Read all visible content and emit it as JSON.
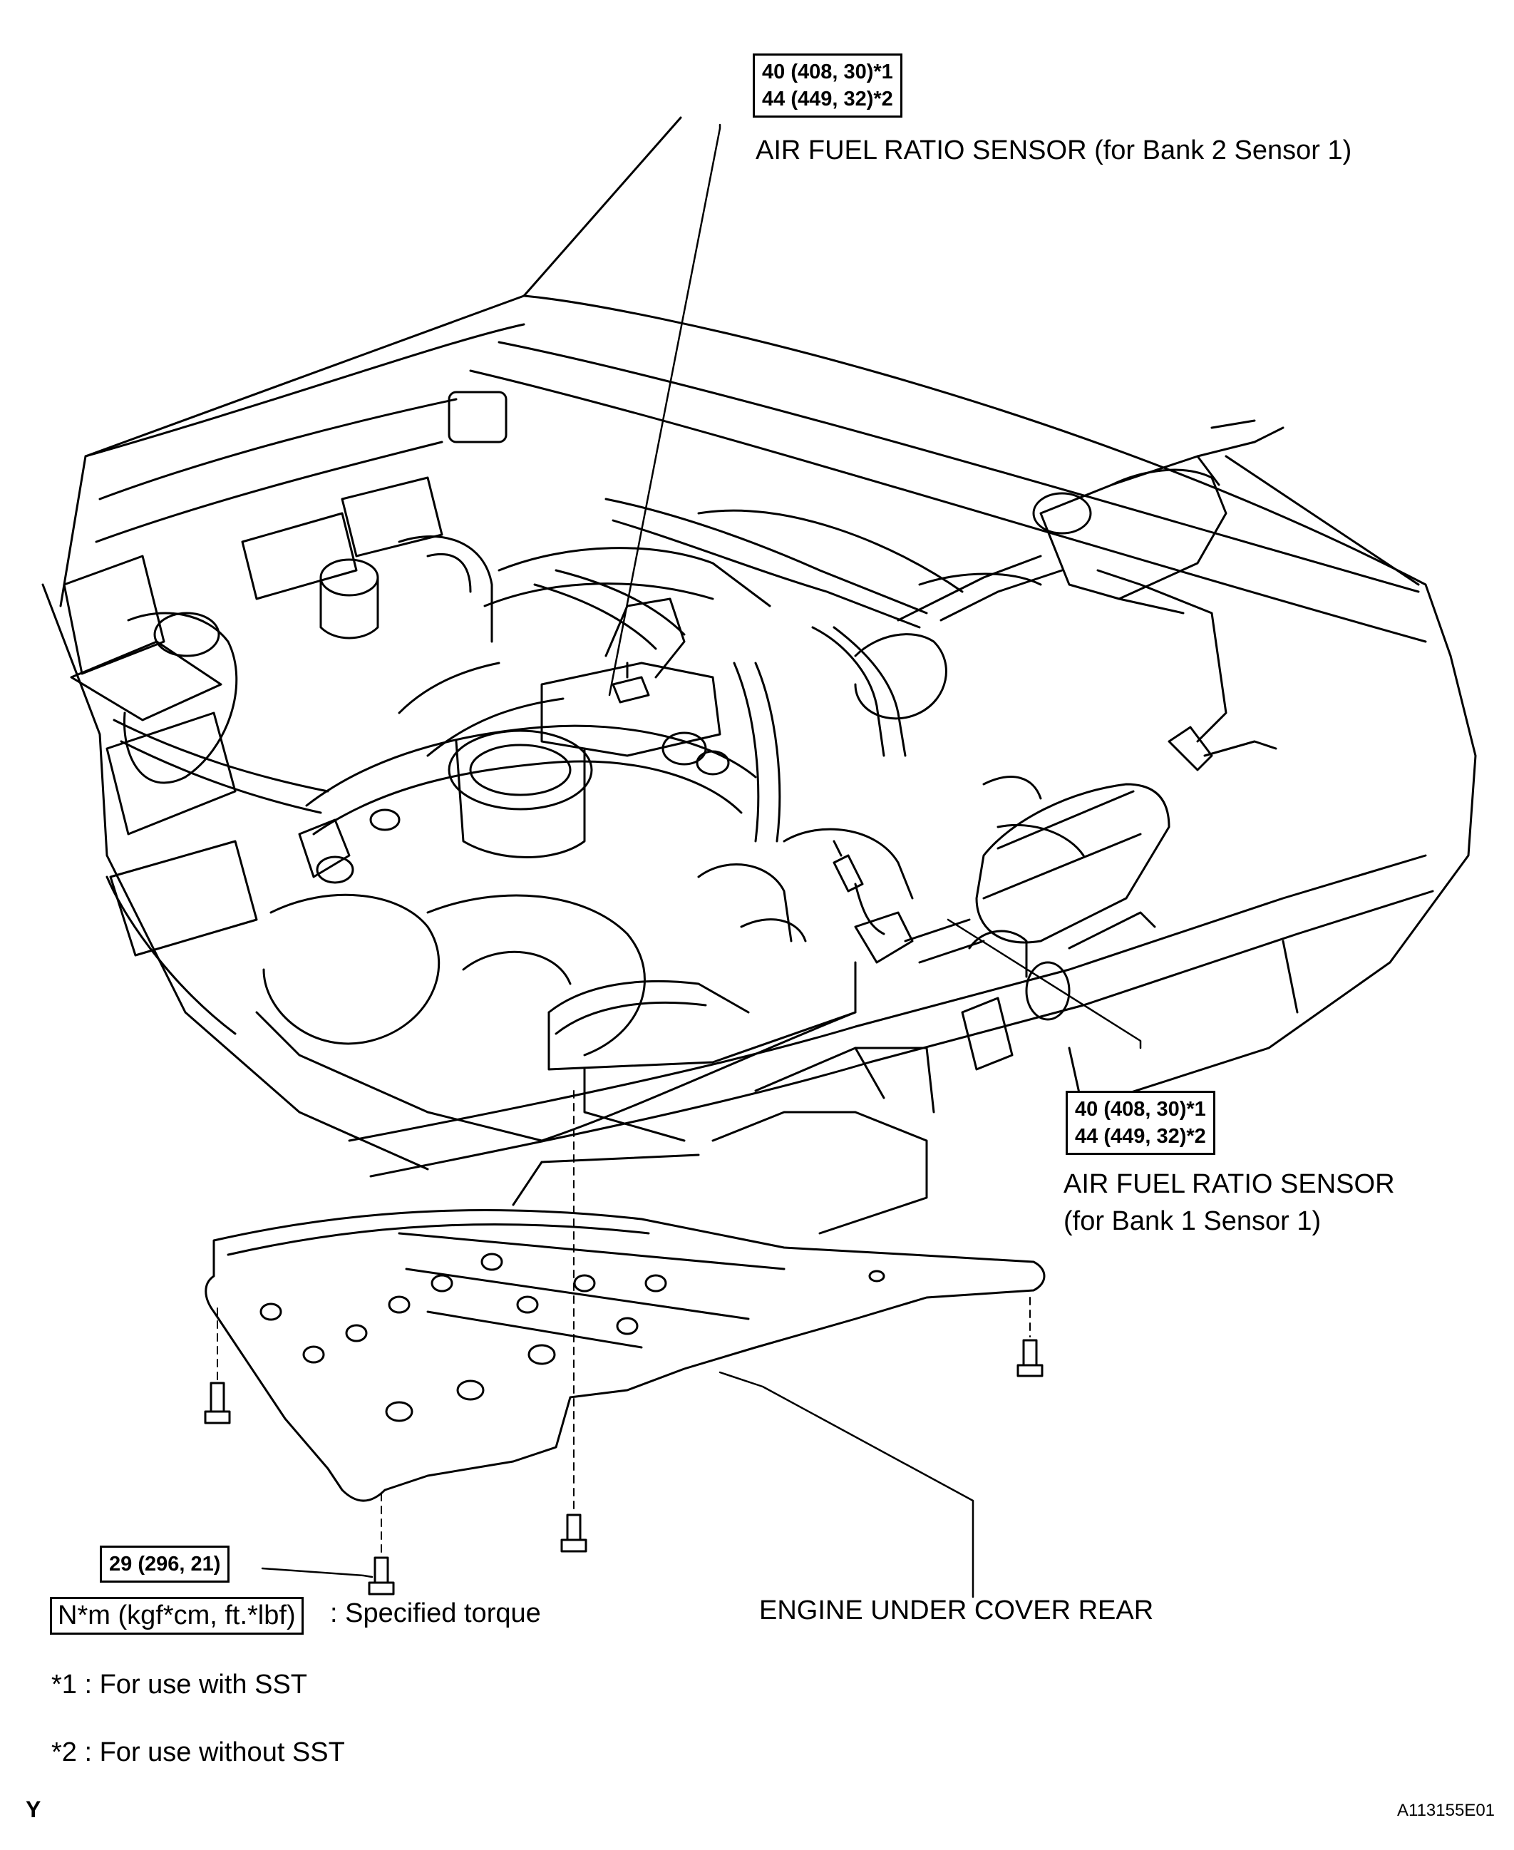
{
  "torque_bank2": {
    "line1": "40 (408, 30)*1",
    "line2": "44 (449, 32)*2"
  },
  "label_bank2": "AIR FUEL RATIO SENSOR (for Bank 2 Sensor 1)",
  "torque_bank1": {
    "line1": "40 (408, 30)*1",
    "line2": "44 (449, 32)*2"
  },
  "label_bank1": {
    "line1": "AIR FUEL RATIO SENSOR",
    "line2": "(for Bank 1 Sensor 1)"
  },
  "torque_cover": "29 (296, 21)",
  "label_cover": "ENGINE UNDER COVER REAR",
  "legend": {
    "unit_box": "N*m (kgf*cm, ft.*lbf)",
    "unit_desc": ": Specified torque",
    "note1": "*1 : For use with SST",
    "note2": "*2 : For use without SST"
  },
  "corner_left": "Y",
  "corner_right": "A113155E01"
}
